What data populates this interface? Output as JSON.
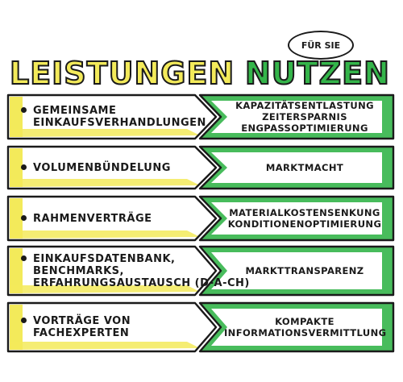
{
  "headings": {
    "left": "LEISTUNGEN",
    "right": "NUTZEN",
    "bubble": "FÜR SIE"
  },
  "rows": [
    {
      "left": [
        "GEMEINSAME",
        "EINKAUFSVERHANDLUNGEN"
      ],
      "bullet": true,
      "right": [
        "KAPAZITÄTSENTLASTUNG",
        "ZEITERSPARNIS",
        "ENGPASSOPTIMIERUNG"
      ]
    },
    {
      "left": [
        "VOLUMENBÜNDELUNG"
      ],
      "bullet": true,
      "right": [
        "MARKTMACHT"
      ]
    },
    {
      "left": [
        "RAHMENVERTRÄGE"
      ],
      "bullet": true,
      "right": [
        "MATERIALKOSTENSENKUNG",
        "KONDITIONENOPTIMIERUNG"
      ]
    },
    {
      "left": [
        "EINKAUFSDATENBANK,",
        "BENCHMARKS,",
        "ERFAHRUNGSAUSTAUSCH (D-A-CH)"
      ],
      "bullet": true,
      "right": [
        "MARKTTRANSPARENZ"
      ]
    },
    {
      "left": [
        "VORTRÄGE VON",
        "FACHEXPERTEN"
      ],
      "bullet": true,
      "right": [
        "KOMPAKTE",
        "INFORMATIONSVERMITTLUNG"
      ]
    }
  ],
  "colors": {
    "yellow": "#f3ea5a",
    "green": "#34b54a",
    "ink": "#1a1a1a"
  }
}
